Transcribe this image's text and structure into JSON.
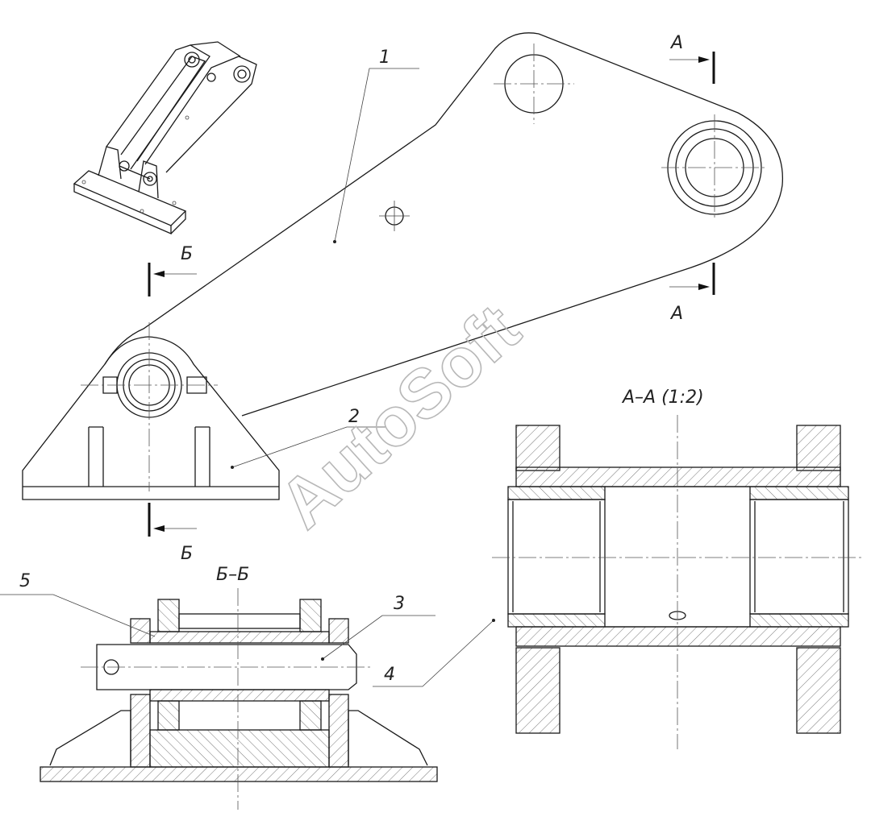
{
  "labels": {
    "pos1": "1",
    "pos2": "2",
    "pos3": "3",
    "pos4": "4",
    "pos5": "5",
    "cut_a_top": "A",
    "cut_a_bottom": "A",
    "cut_b_top": "Б",
    "cut_b_bottom": "Б",
    "section_aa": "A–A  (1:2)",
    "section_bb": "Б–Б"
  },
  "watermark": "AutoSoft"
}
